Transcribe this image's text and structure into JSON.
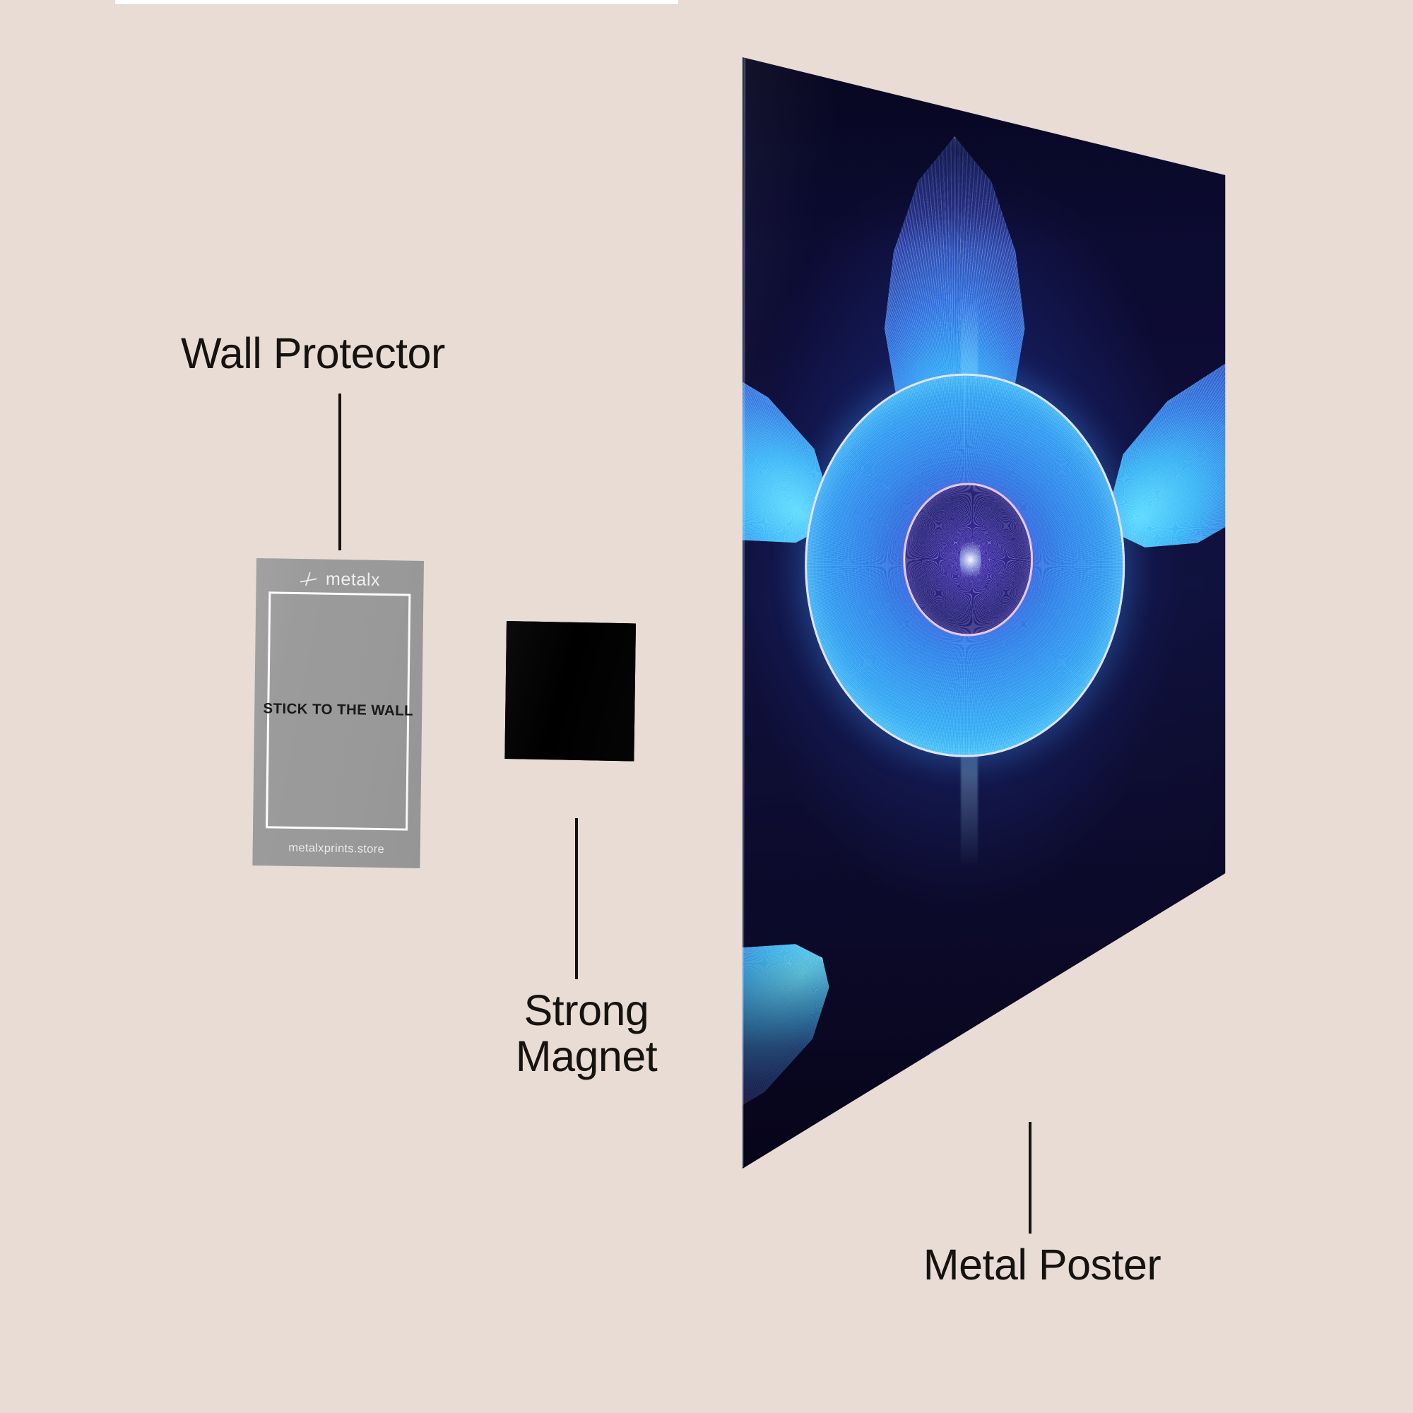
{
  "background_color": "#e8dcd4",
  "callouts": [
    {
      "key": "wall_protector",
      "label": "Wall Protector",
      "name": "callout-wall-protector"
    },
    {
      "key": "strong_magnet",
      "label": "Strong\nMagnet",
      "name": "callout-strong-magnet"
    },
    {
      "key": "metal_poster",
      "label": "Metal Poster",
      "name": "callout-metal-poster"
    }
  ],
  "wall_protector": {
    "brand_logo_text": "metalx",
    "logo_mark_name": "metalx-cross-mark-icon",
    "center_text": "STICK TO THE WALL",
    "url_text": "metalxprints.store",
    "sheet_color": "#9b9b9b",
    "frame_color": "#ffffff",
    "center_text_color": "#191919"
  },
  "strong_magnet": {
    "color": "#050505",
    "shape": "square"
  },
  "metal_poster": {
    "background_color": "#0a0a2e",
    "accent_cyan": "#44d4fb",
    "accent_blue": "#2a59cf",
    "accent_magenta": "#d238d8",
    "artwork_description": "glowing blue lotus mandala",
    "petals": [
      {
        "name": "petal-top"
      },
      {
        "name": "petal-upper-left"
      },
      {
        "name": "petal-upper-right"
      },
      {
        "name": "petal-lower-left"
      },
      {
        "name": "petal-lower-right"
      },
      {
        "name": "petal-bottom"
      }
    ]
  },
  "label_text_color": "#16120f"
}
